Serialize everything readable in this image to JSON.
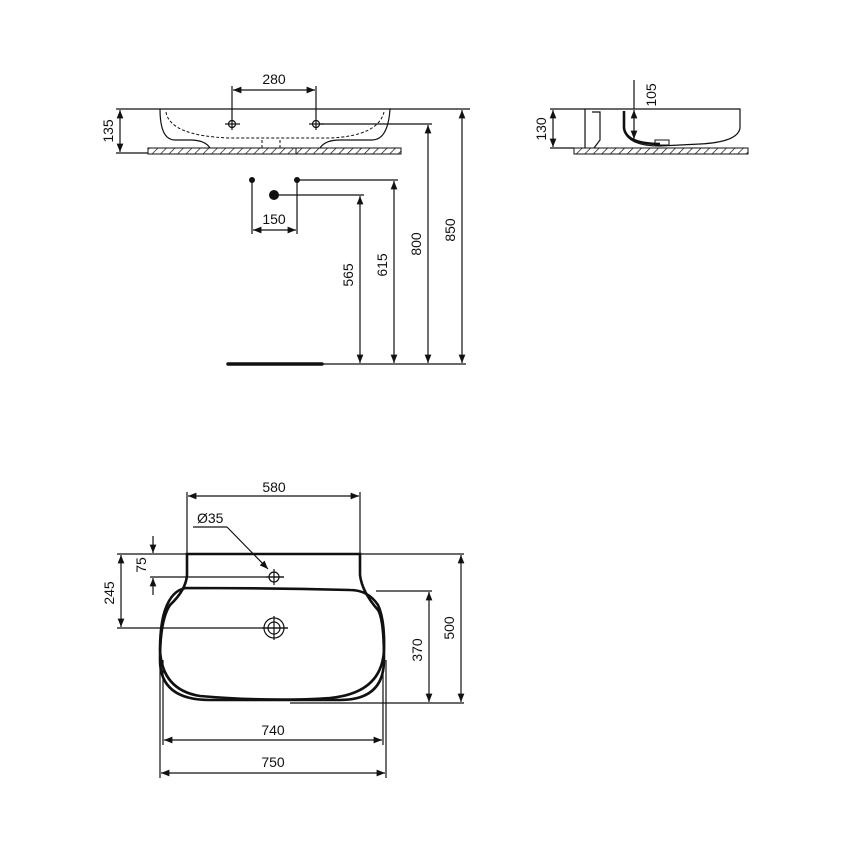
{
  "front_view": {
    "tap_hole_spacing": "280",
    "basin_height": "135",
    "waste_spacing": "150",
    "waste_height": "565",
    "supply_height": "615",
    "rim_height": "800",
    "overall_height": "850"
  },
  "side_view": {
    "bowl_depth": "105",
    "basin_height": "130"
  },
  "plan_view": {
    "back_width": "580",
    "tap_hole_diameter": "Ø35",
    "tap_hole_offset": "75",
    "waste_offset": "245",
    "bowl_depth": "370",
    "overall_depth": "500",
    "bowl_width": "740",
    "overall_width": "750"
  }
}
